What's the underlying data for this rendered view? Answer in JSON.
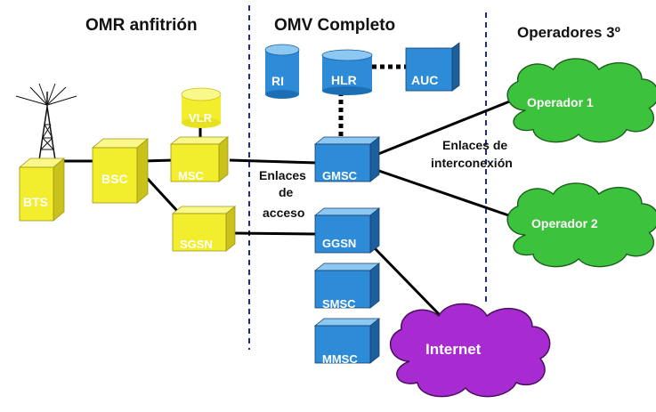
{
  "headers": {
    "left": "OMR anfitrión",
    "center": "OMV Completo",
    "right": "Operadores 3º"
  },
  "nodes": {
    "bts": "BTS",
    "bsc": "BSC",
    "msc": "MSC",
    "vlr": "VLR",
    "sgsn": "SGSN",
    "ri": "RI",
    "hlr": "HLR",
    "auc": "AUC",
    "gmsc": "GMSC",
    "ggsn": "GGSN",
    "smsc": "SMSC",
    "mmsc": "MMSC"
  },
  "clouds": {
    "op1": "Operador 1",
    "op2": "Operador 2",
    "internet": "Internet"
  },
  "annotations": {
    "acceso_line1": "Enlaces",
    "acceso_line2": "de",
    "acceso_line3": "acceso",
    "interconexion_line1": "Enlaces de",
    "interconexion_line2": "interconexión"
  },
  "colors": {
    "yellow_front": "#F2EE2E",
    "yellow_top": "#FAF88A",
    "yellow_side": "#C9C21A",
    "blue_front": "#2E8BD8",
    "blue_top": "#8CC8F2",
    "blue_side": "#1D5E9C",
    "cloud_green": "#3CC23C",
    "cloud_purple": "#A72BD0",
    "divider": "#1F2A8C"
  }
}
